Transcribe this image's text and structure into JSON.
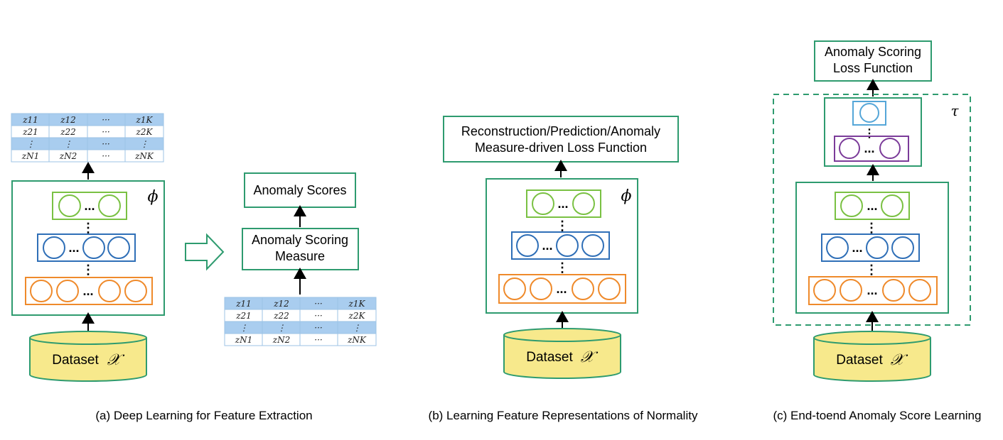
{
  "colors": {
    "teal": "#2e9b6f",
    "green": "#7ac143",
    "blue": "#2f6fb7",
    "orange": "#ef8a2b",
    "purple": "#7b3b99",
    "light_blue": "#55a6d8",
    "dataset_fill": "#f7e98c",
    "dataset_stroke": "#2e9b6f",
    "table_header": "#a9cdef",
    "table_line": "#9cc3e6",
    "dashed": "#2e9b6f"
  },
  "panel_a": {
    "caption": "(a) Deep Learning for Feature Extraction",
    "dataset_label": "Dataset",
    "dataset_symbol": "𝒳",
    "network_symbol": "ϕ",
    "anomaly_scores": "Anomaly Scores",
    "scoring_measure_line1": "Anomaly Scoring",
    "scoring_measure_line2": "Measure",
    "table": {
      "rows": [
        [
          "z11",
          "z12",
          "···",
          "z1K"
        ],
        [
          "z21",
          "z22",
          "···",
          "z2K"
        ],
        [
          "⋮",
          "⋮",
          "···",
          "⋮"
        ],
        [
          "zN1",
          "zN2",
          "···",
          "zNK"
        ]
      ]
    }
  },
  "panel_b": {
    "caption": "(b) Learning Feature Representations of Normality",
    "dataset_label": "Dataset",
    "dataset_symbol": "𝒳",
    "network_symbol": "ϕ",
    "loss_line1": "Reconstruction/Prediction/Anomaly",
    "loss_line2": "Measure-driven Loss Function"
  },
  "panel_c": {
    "caption": "(c) End-toend Anomaly Score Learning",
    "dataset_label": "Dataset",
    "dataset_symbol": "𝒳",
    "head_symbol": "τ",
    "loss_line1": "Anomaly Scoring",
    "loss_line2": "Loss Function"
  },
  "glyphs": {
    "ellipsis": "...",
    "vdots": "⋮"
  }
}
